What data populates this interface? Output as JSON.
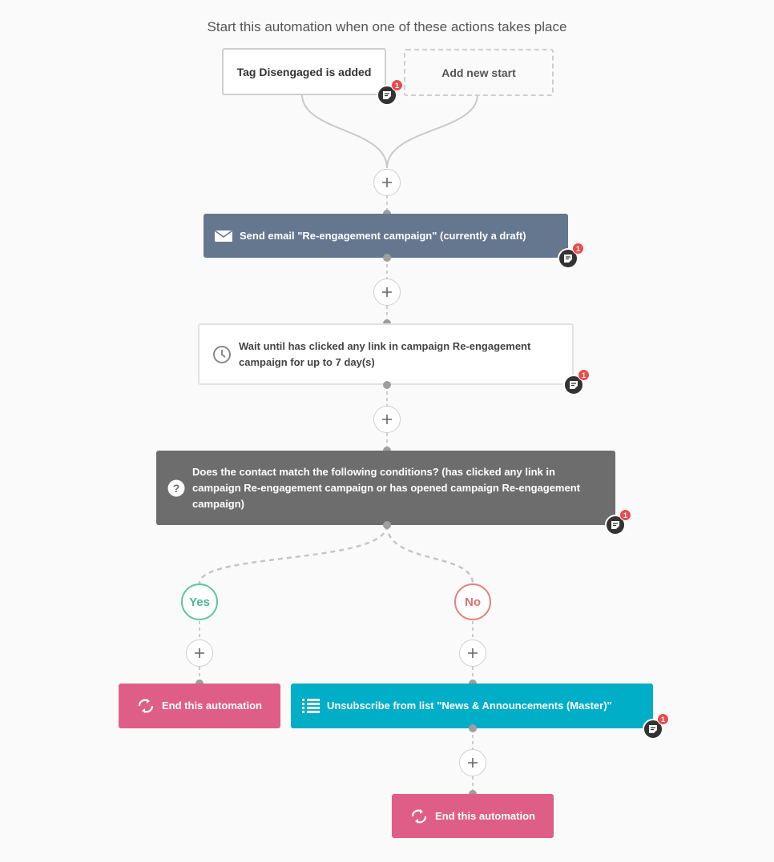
{
  "header": {
    "title": "Start this automation when one of these actions takes place"
  },
  "triggers": [
    {
      "label": "Tag Disengaged is added",
      "note_count": "1"
    },
    {
      "label": "Add new start"
    }
  ],
  "steps": {
    "email": {
      "label": "Send email \"Re-engagement campaign\" (currently a draft)",
      "icon": "envelope-icon",
      "note_count": "1",
      "color": "#65768f"
    },
    "wait": {
      "label": "Wait until has clicked any link in campaign Re-engagement campaign for up to 7 day(s)",
      "icon": "clock-icon",
      "note_count": "1"
    },
    "condition": {
      "label": "Does the contact match the following conditions? (has clicked any link in campaign Re-engagement campaign or has opened campaign Re-engagement campaign)",
      "icon": "question-circle-icon",
      "note_count": "1",
      "color": "#6d6d6d"
    },
    "yes_branch": {
      "label": "Yes",
      "color": "#5cc79d"
    },
    "no_branch": {
      "label": "No",
      "color": "#e97f7f"
    },
    "end_yes": {
      "label": "End this automation",
      "icon": "refresh-icon",
      "color": "#df5e88"
    },
    "unsubscribe": {
      "label": "Unsubscribe from list \"News & Announcements (Master)\"",
      "icon": "list-icon",
      "note_count": "1",
      "color": "#00aec8"
    },
    "end_no": {
      "label": "End this automation",
      "icon": "refresh-icon",
      "color": "#df5e88"
    }
  },
  "add_step_icon": "plus-icon",
  "note_icon": "note-icon"
}
